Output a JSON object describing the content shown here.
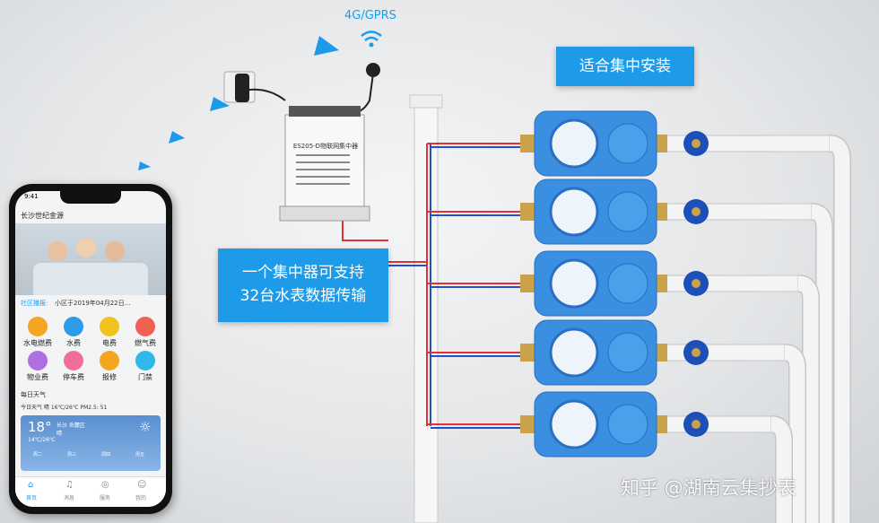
{
  "network": {
    "label": "4G/GPRS"
  },
  "callouts": {
    "top": "适合集中安装",
    "line1": "一个集中器可支持",
    "line2": "32台水表数据传输"
  },
  "collector": {
    "model": "ES205-D物联网集中器"
  },
  "watermark": "知乎 @湖南云集抄表",
  "phone": {
    "time": "9:41",
    "location": "长沙世纪金源",
    "notice_label": "社区播报:",
    "notice_text": "小区于2019年04月22日...",
    "services": [
      "水电燃费",
      "水费",
      "电费",
      "燃气费",
      "物业费",
      "停车费",
      "报修",
      "门禁"
    ],
    "weather_title": "每日天气",
    "weather_line": "今日天气  晴 16℃/26℃  PM2.5: 51",
    "temp": "18°",
    "city": "长沙 岳麓区",
    "cond": "晴",
    "range": "14℃/26℃",
    "days": [
      "周二",
      "周三",
      "周四",
      "周五"
    ],
    "nav": [
      "首页",
      "消息",
      "服务",
      "我的"
    ]
  },
  "colors": {
    "accent": "#1e9be8",
    "meter": "#3a8fe0",
    "valve": "#1d4fb8",
    "pipe": "#f4f4f4"
  },
  "meter_count": 5
}
